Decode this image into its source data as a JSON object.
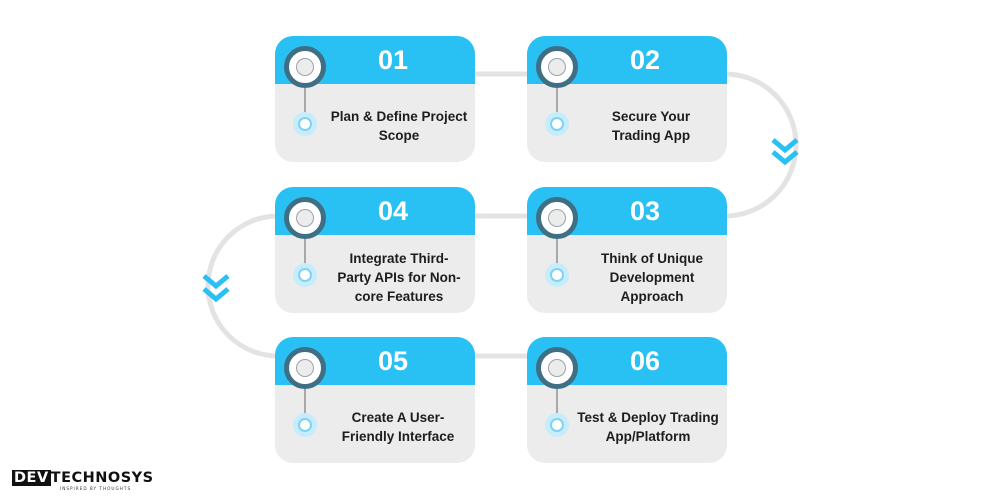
{
  "steps": [
    {
      "number": "01",
      "label": "Plan & Define Project Scope"
    },
    {
      "number": "02",
      "label": "Secure Your Trading App"
    },
    {
      "number": "03",
      "label": "Think of Unique Development Approach"
    },
    {
      "number": "04",
      "label": "Integrate Third-Party APIs for Non-core Features"
    },
    {
      "number": "05",
      "label": "Create A User-Friendly Interface"
    },
    {
      "number": "06",
      "label": "Test & Deploy Trading App/Platform"
    }
  ],
  "logo": {
    "text_dev": "DEV",
    "text_rest": "TECHNOSYS",
    "tagline": "INSPIRED BY THOUGHTS"
  },
  "colors": {
    "header": "#29c0f3",
    "card": "#ececed",
    "ring": "#3f6f85",
    "connector": "#e3e3e3",
    "chevron": "#29c0f3"
  }
}
